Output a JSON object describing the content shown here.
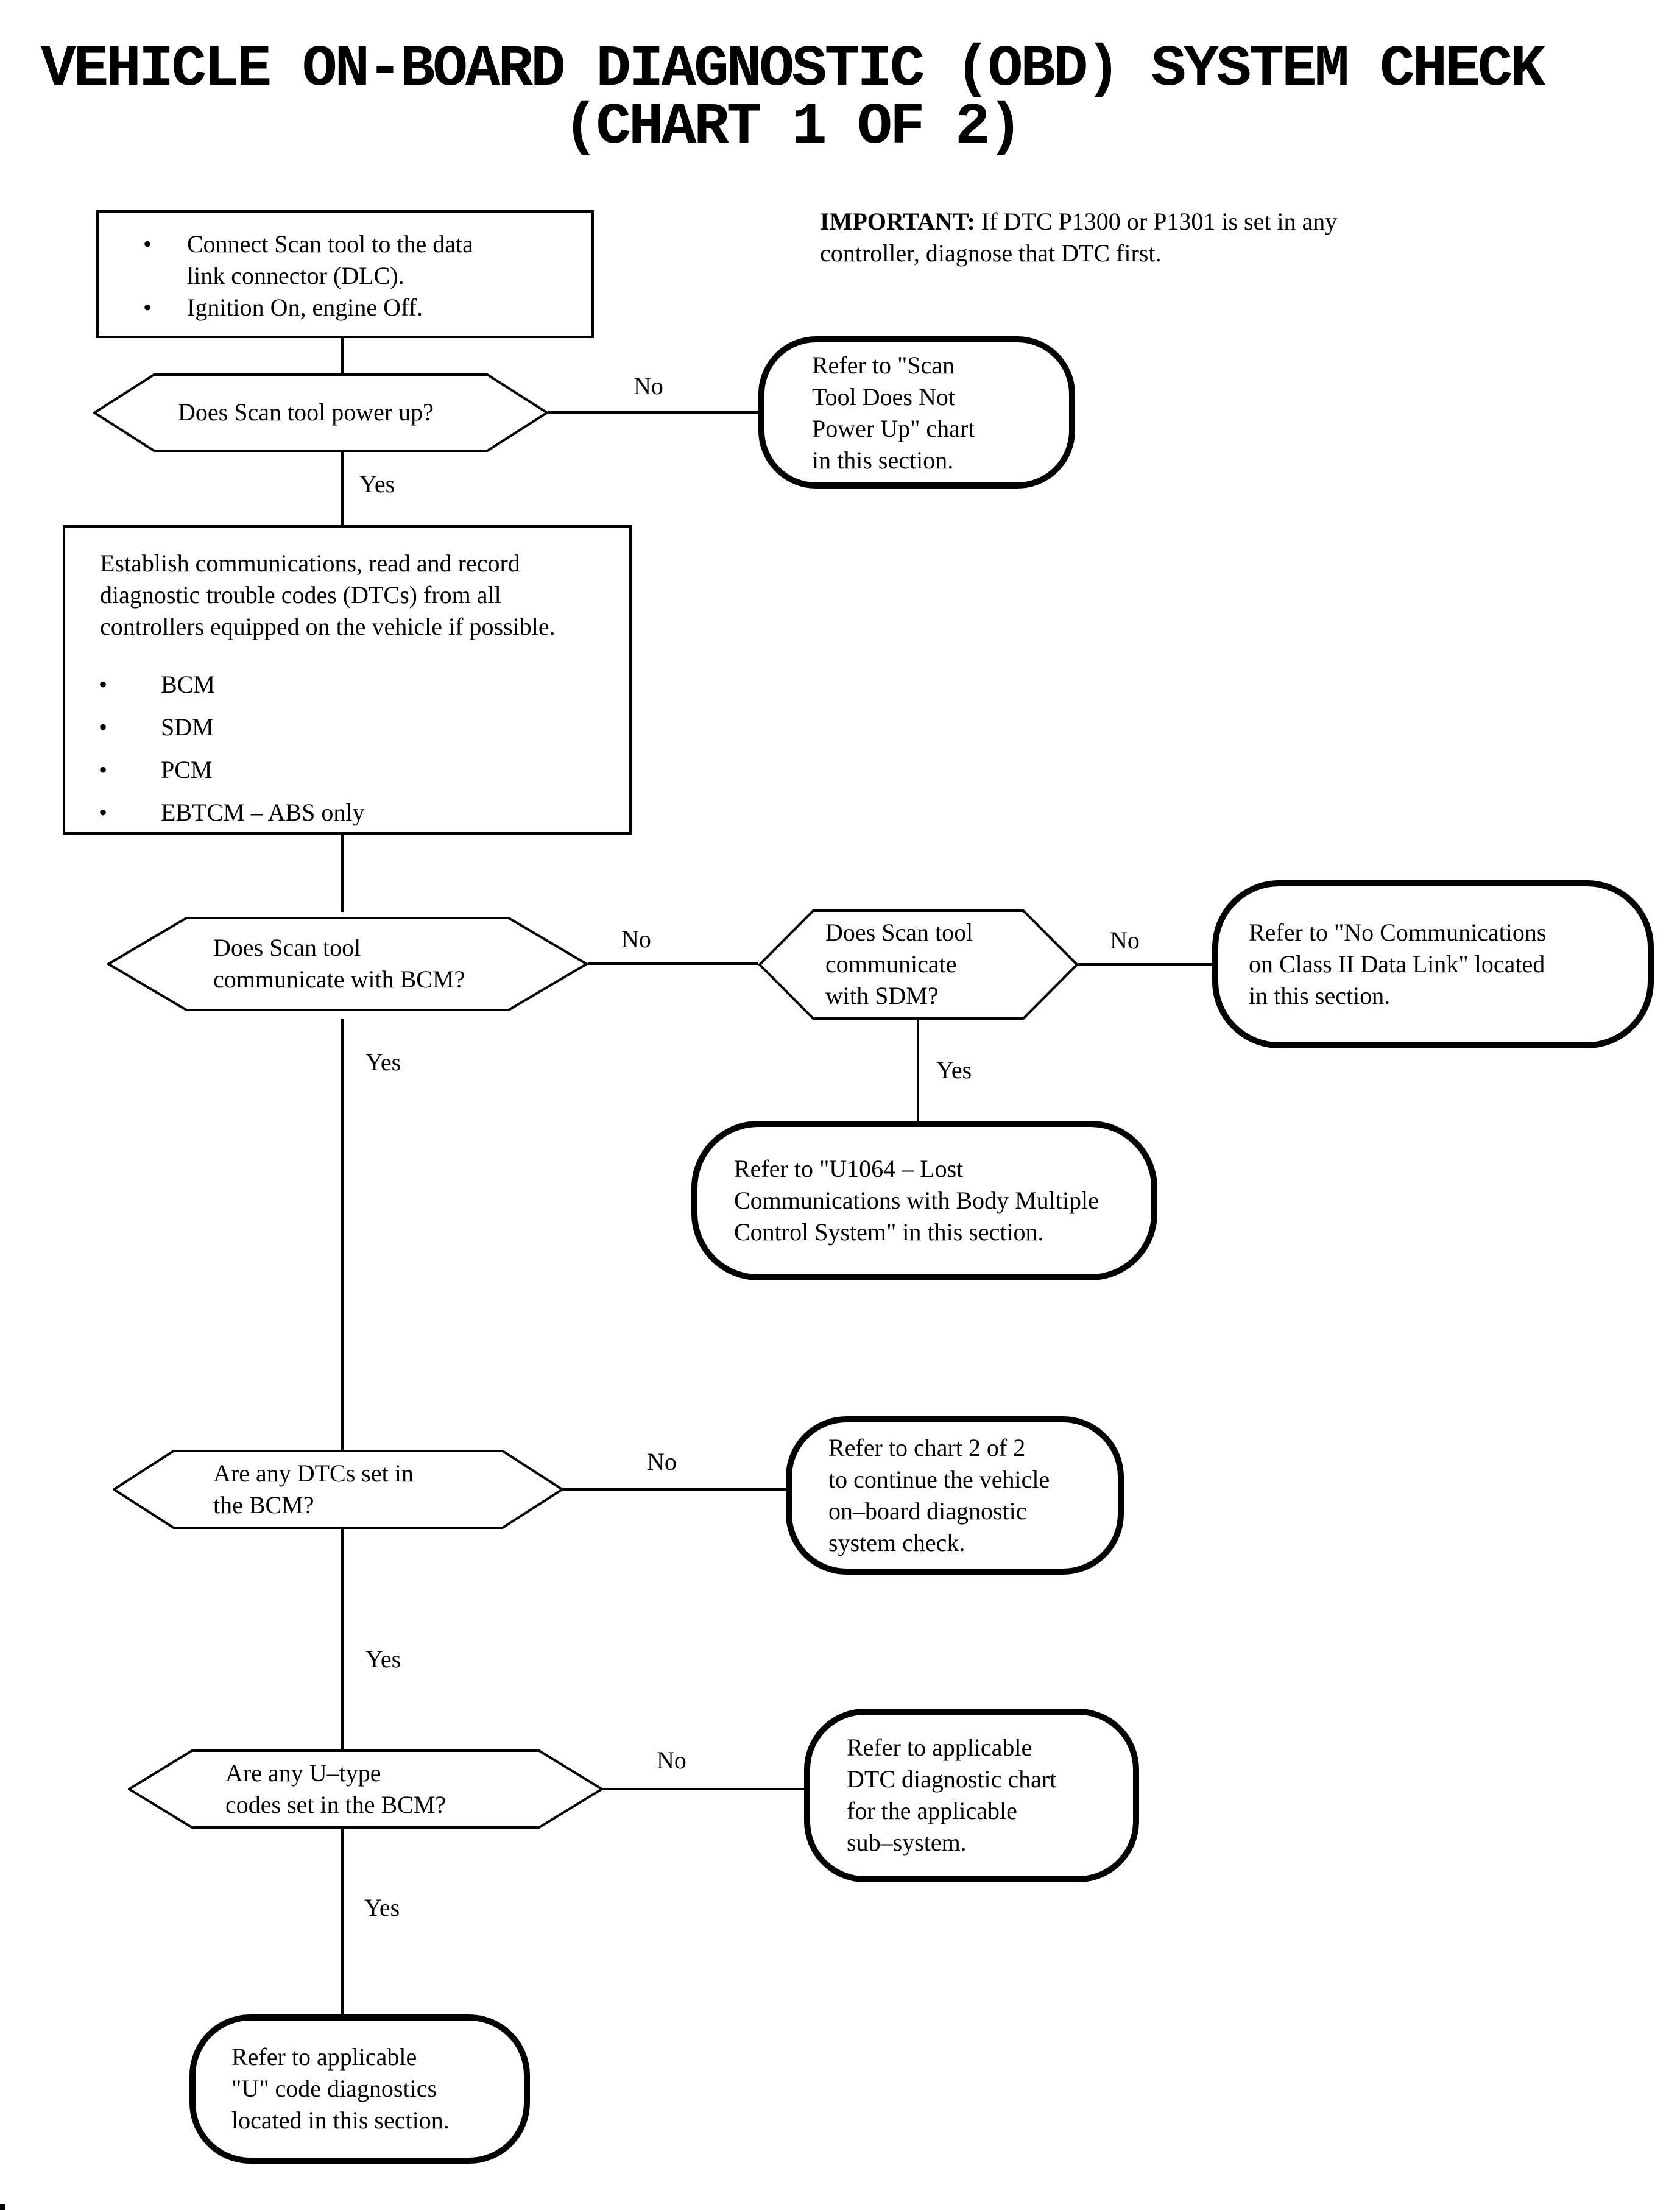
{
  "title": {
    "line1": "VEHICLE ON-BOARD DIAGNOSTIC (OBD) SYSTEM CHECK",
    "line2": "(CHART 1 OF 2)"
  },
  "important_note": {
    "label": "IMPORTANT:",
    "line1_rest": " If DTC P1300 or P1301 is set in any",
    "line2": "controller, diagnose that DTC first."
  },
  "glyphs": {
    "bullet": "•"
  },
  "labels": {
    "yes": "Yes",
    "no": "No"
  },
  "colors": {
    "ink": "#000000",
    "paper": "#ffffff"
  },
  "nodes": {
    "connect_box": {
      "bullets": [
        [
          "Connect Scan tool to the data",
          "link connector (DLC)."
        ],
        [
          "Ignition On, engine Off."
        ]
      ]
    },
    "power_hexagon": {
      "lines": [
        "Does Scan tool power up?"
      ]
    },
    "no_power_box": {
      "lines": [
        "Refer to \"Scan",
        "Tool Does Not",
        "Power Up\" chart",
        "in this section."
      ]
    },
    "establish_box": {
      "para": [
        "Establish communications, read and record",
        "diagnostic trouble codes (DTCs) from all",
        "controllers equipped on the vehicle if possible."
      ],
      "bullets": [
        "BCM",
        "SDM",
        "PCM",
        "EBTCM – ABS only"
      ]
    },
    "bcm_hexagon": {
      "lines": [
        "Does Scan tool",
        "communicate with BCM?"
      ]
    },
    "sdm_hexagon": {
      "lines": [
        "Does Scan tool",
        "communicate",
        "with SDM?"
      ]
    },
    "no_comms_box": {
      "lines": [
        "Refer to \"No Communications",
        "on Class II Data Link\" located",
        "in this section."
      ]
    },
    "u1064_box": {
      "lines": [
        "Refer to \"U1064 – Lost",
        "Communications with Body Multiple",
        "Control System\" in this section."
      ]
    },
    "dtc_set_hexagon": {
      "lines": [
        "Are any DTCs set in",
        "the BCM?"
      ]
    },
    "chart2_box": {
      "lines": [
        "Refer to chart 2 of 2",
        "to continue the vehicle",
        "on–board diagnostic",
        "system check."
      ]
    },
    "utype_hexagon": {
      "lines": [
        "Are any U–type",
        "codes set in the BCM?"
      ]
    },
    "dtc_chart_box": {
      "lines": [
        "Refer to applicable",
        "DTC diagnostic chart",
        "for the applicable",
        "sub–system."
      ]
    },
    "ucode_box": {
      "lines": [
        "Refer to applicable",
        "\"U\" code diagnostics",
        "located in this section."
      ]
    }
  }
}
